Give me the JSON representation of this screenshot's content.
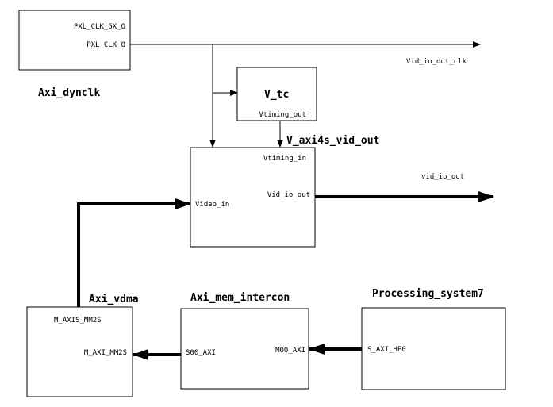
{
  "blocks": {
    "axi_dynclk": {
      "title": "Axi_dynclk",
      "port_clk5x": "PXL_CLK_5X_O",
      "port_clk": "PXL_CLK_O"
    },
    "v_tc": {
      "title": "V_tc",
      "port_vtiming_out": "Vtiming_out"
    },
    "v_axi4s_vid_out": {
      "title": "V_axi4s_vid_out",
      "port_vtiming_in": "Vtiming_in",
      "port_video_in": "Video_in",
      "port_vid_io_out": "Vid_io_out"
    },
    "axi_vdma": {
      "title": "Axi_vdma",
      "port_m_axis_mm2s": "M_AXIS_MM2S",
      "port_m_axi_mm2s": "M_AXI_MM2S"
    },
    "axi_mem_intercon": {
      "title": "Axi_mem_intercon",
      "port_s00_axi": "S00_AXI",
      "port_m00_axi": "M00_AXI"
    },
    "processing_system7": {
      "title": "Processing_system7",
      "port_s_axi_hp0": "S_AXI_HP0"
    }
  },
  "signals": {
    "vid_io_out_clk": "Vid_io_out_clk",
    "vid_io_out": "vid_io_out"
  },
  "colors": {
    "stroke": "#000000",
    "background": "#ffffff"
  }
}
